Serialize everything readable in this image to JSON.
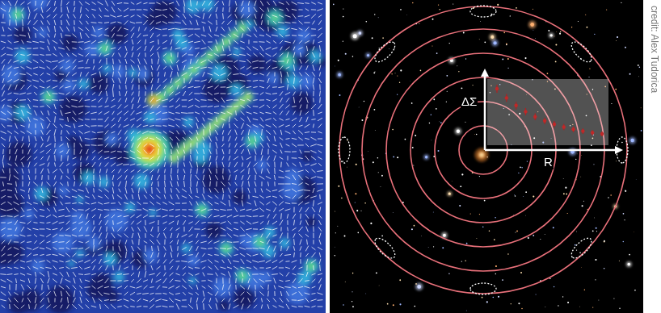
{
  "diagram": {
    "labels": [
      "ΔΣ",
      "R",
      "credit: Alex Tudorica"
    ]
  }
}
